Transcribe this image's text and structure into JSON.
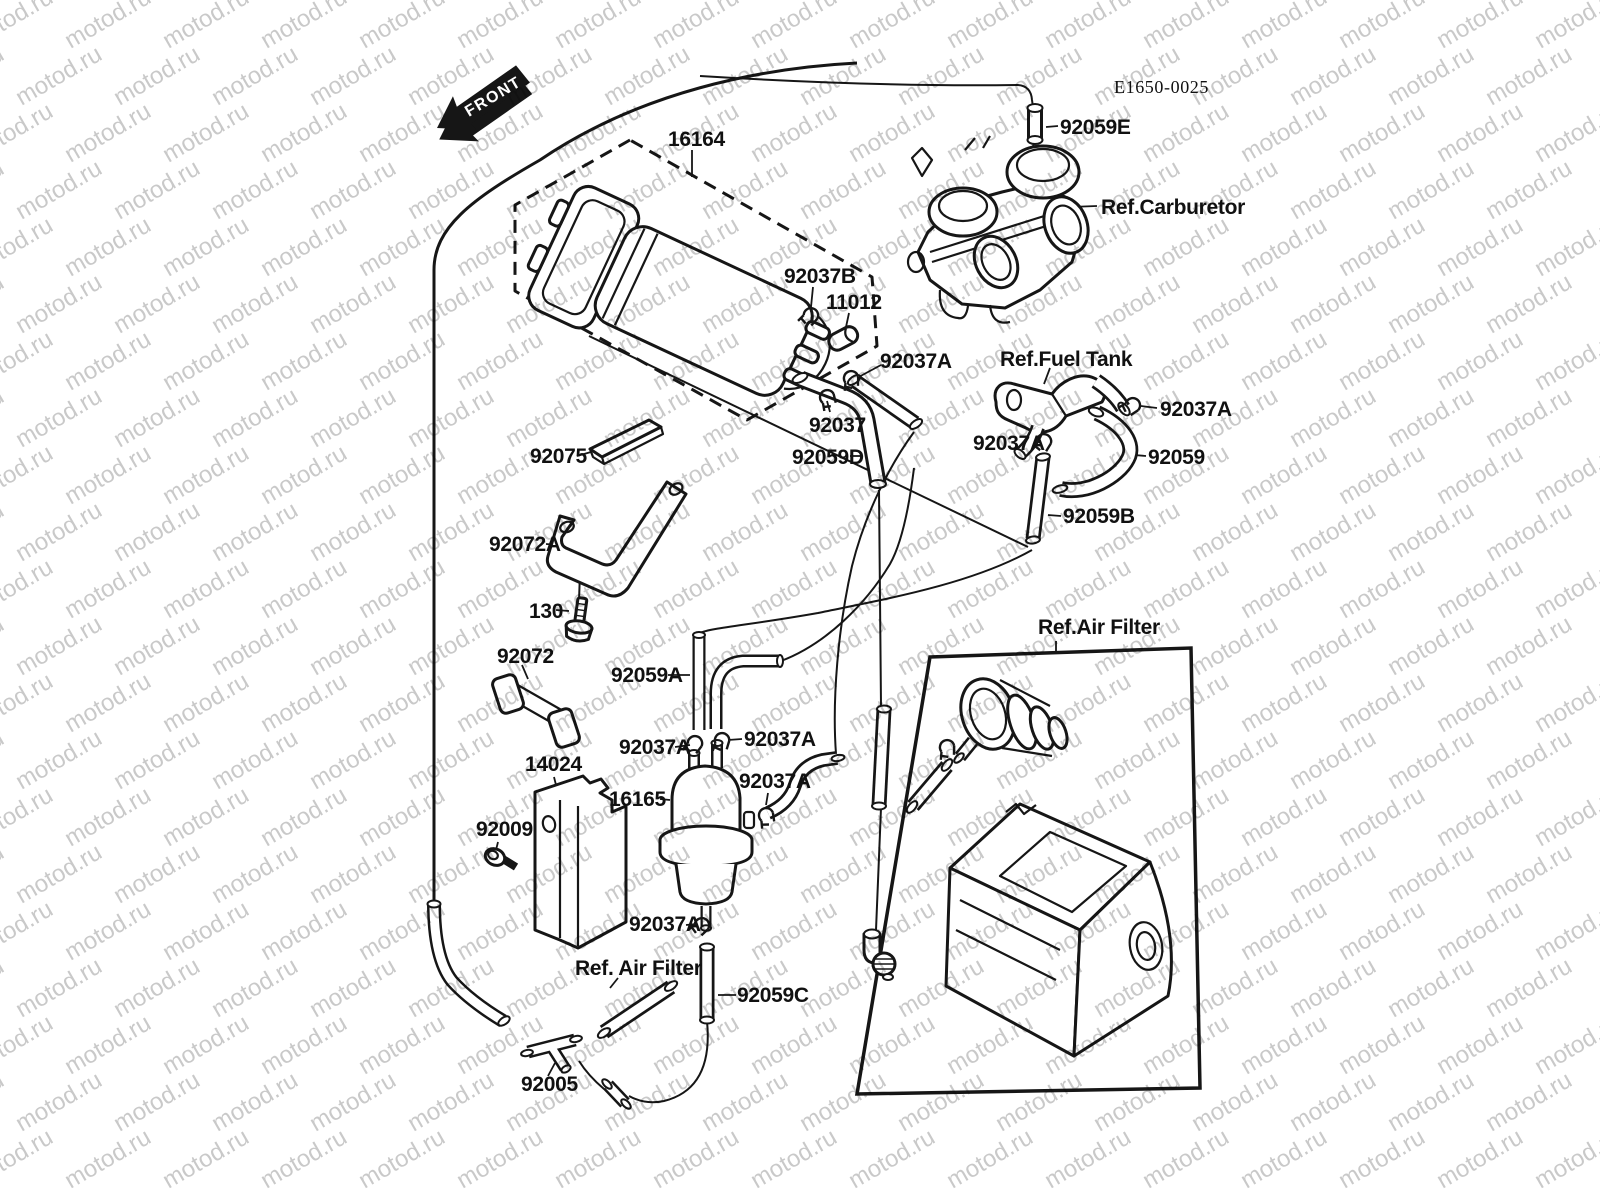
{
  "watermark_text": "motod.ru",
  "watermark_color": "#c9c9c9",
  "ink_color": "#161616",
  "header": {
    "diagram_code": "E1650-0025"
  },
  "front_marker": "FRONT",
  "callouts": {
    "c16164": "16164",
    "c92059e": "92059E",
    "ref_carburetor": "Ref.Carburetor",
    "c92037b": "92037B",
    "c11012": "11012",
    "c92037a_canister": "92037A",
    "ref_fuel_tank": "Ref.Fuel Tank",
    "c92037a_tank_right": "92037A",
    "c92037": "92037",
    "c92059d": "92059D",
    "c92037a_tank_left": "92037A",
    "c92059": "92059",
    "c92075": "92075",
    "c92059b": "92059B",
    "c92072a": "92072A",
    "c130": "130",
    "ref_air_filter": "Ref.Air Filter",
    "c92072": "92072",
    "c92059a": "92059A",
    "c92037a_hose_left": "92037A",
    "c92037a_hose_right": "92037A",
    "c14024": "14024",
    "c16165": "16165",
    "c92037a_filter": "92037A",
    "c92009": "92009",
    "c92037a_below_filter": "92037A",
    "ref_air_filter_lower": "Ref. Air Filter",
    "c92059c": "92059C",
    "c92005": "92005"
  }
}
